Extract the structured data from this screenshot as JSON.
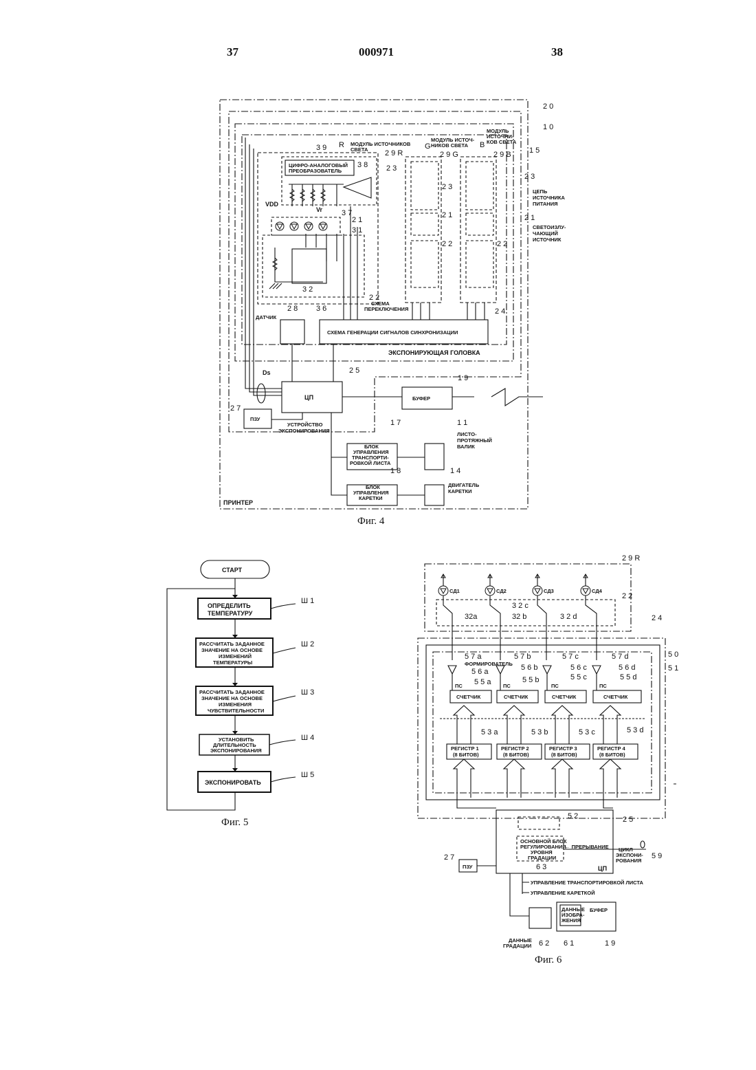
{
  "page": {
    "left_number": "37",
    "doc_number": "000971",
    "right_number": "38"
  },
  "fig4": {
    "caption": "Фиг. 4",
    "refs": {
      "r20": "2 0",
      "r10": "1 0",
      "r15": "1 5",
      "r39": "3 9",
      "rR": "R",
      "r29R": "2 9 R",
      "r38": "3 8",
      "r23a": "2 3",
      "r29G": "2 9 G",
      "r29B": "2 9 B",
      "r23b": "2 3",
      "r23c": "2 3",
      "r21a": "2 1",
      "r21b": "2 1",
      "r21c": "2 1",
      "r22a": "2 2",
      "r22b": "2 2",
      "r22c": "2 2",
      "r31": "3 1",
      "r37": "3 7",
      "r32": "3 2",
      "r36": "3 6",
      "r28": "2 8",
      "r24": "2 4",
      "r25": "2 5",
      "r19": "1 9",
      "r27": "2 7",
      "r17": "1 7",
      "r11": "1 1",
      "r18": "1 8",
      "r14": "1 4",
      "rG": "G",
      "rB": "B"
    },
    "labels": {
      "module_r": [
        "МОДУЛЬ ИСТОЧНИКОВ",
        "СВЕТА"
      ],
      "module_g": [
        "МОДУЛЬ ИСТОЧ-",
        "НИКОВ СВЕТА"
      ],
      "module_b": [
        "МОДУЛЬ",
        "ИСТОЧНИ-",
        "КОВ СВЕТА"
      ],
      "dac": [
        "ЦИФРО-АНАЛОГОВЫЙ",
        "ПРЕОБРАЗОВАТЕЛЬ"
      ],
      "power": [
        "ЦЕПЬ",
        "ИСТОЧНИКА",
        "ПИТАНИЯ"
      ],
      "emitter": [
        "СВЕТОИЗЛУ-",
        "ЧАЮЩИЙ",
        "ИСТОЧНИК"
      ],
      "vdd": "VDD",
      "vr": "Vr",
      "switch": [
        "СХЕМА",
        "ПЕРЕКЛЮЧЕНИЯ"
      ],
      "sensor": "ДАТЧИК",
      "sync": "СХЕМА ГЕНЕРАЦИИ СИГНАЛОВ СИНХРОНИЗАЦИИ",
      "head": "ЭКСПОНИРУЮЩАЯ ГОЛОВКА",
      "cpu": "ЦП",
      "buffer": "БУФЕР",
      "rom": "ПЗУ",
      "device": [
        "УСТРОЙСТВО",
        "ЭКСПОНИРОВАНИЯ"
      ],
      "ds": "Ds",
      "sheet_ctrl": [
        "БЛОК",
        "УПРАВЛЕНИЯ",
        "ТРАНСПОРТИ-",
        "РОВКОЙ ЛИСТА"
      ],
      "roller": [
        "ЛИСТО-",
        "ПРОТЯЖНЫЙ",
        "ВАЛИК"
      ],
      "carriage_ctrl": [
        "БЛОК",
        "УПРАВЛЕНИЯ",
        "КАРЕТКИ"
      ],
      "motor": [
        "ДВИГАТЕЛЬ",
        "КАРЕТКИ"
      ],
      "printer": "ПРИНТЕР"
    }
  },
  "fig5": {
    "caption": "Фиг. 5",
    "start": "СТАРТ",
    "steps": [
      {
        "id": "Ш 1",
        "lines": [
          "ОПРЕДЕЛИТЬ",
          "ТЕМПЕРАТУРУ"
        ]
      },
      {
        "id": "Ш 2",
        "lines": [
          "РАССЧИТАТЬ ЗАДАННОЕ",
          "ЗНАЧЕНИЕ НА ОСНОВЕ",
          "ИЗМЕНЕНИЙ",
          "ТЕМПЕРАТУРЫ"
        ]
      },
      {
        "id": "Ш 3",
        "lines": [
          "РАССЧИТАТЬ ЗАДАННОЕ",
          "ЗНАЧЕНИЕ НА ОСНОВЕ",
          "ИЗМЕНЕНИЯ",
          "ЧУВСТВИТЕЛЬНОСТИ"
        ]
      },
      {
        "id": "Ш 4",
        "lines": [
          "УСТАНОВИТЬ",
          "ДЛИТЕЛЬНОСТЬ",
          "ЭКСПОНИРОВАНИЯ"
        ]
      },
      {
        "id": "Ш 5",
        "lines": [
          "ЭКСПОНИРОВАТЬ"
        ]
      }
    ]
  },
  "fig6": {
    "caption": "Фиг. 6",
    "r29R": "2 9 R",
    "r22": "2 2",
    "r24": "2 4",
    "r50": "5 0",
    "r51": "5 1",
    "r52": "5 2",
    "r25": "2 5",
    "r59": "5 9",
    "r63": "6 3",
    "r27": "2 7",
    "r62": "6 2",
    "r61": "6 1",
    "r19": "1 9",
    "leds": [
      "СД1",
      "СД2",
      "СД3",
      "СД4"
    ],
    "transistors": [
      "32a",
      "32 b",
      "3 2 c",
      "3 2 d"
    ],
    "channels": [
      {
        "r57": "5 7 a",
        "r56": "5 6 a",
        "r55": "5 5 a",
        "r53": "5 3 a",
        "register": [
          "РЕГИСТР 1",
          "(8 БИТОВ)"
        ]
      },
      {
        "r57": "5 7 b",
        "r56": "5 6 b",
        "r55": "5 5 b",
        "r53": "5 3 b",
        "register": [
          "РЕГИСТР 2",
          "(8 БИТОВ)"
        ]
      },
      {
        "r57": "5 7 c",
        "r56": "5 6 c",
        "r55": "5 5 c",
        "r53": "5 3 c",
        "register": [
          "РЕГИСТР 3",
          "(8 БИТОВ)"
        ]
      },
      {
        "r57": "5 7 d",
        "r56": "5 6 d",
        "r55": "5 5 d",
        "r53": "5 3 d",
        "register": [
          "РЕГИСТР 4",
          "(8 БИТОВ)"
        ]
      }
    ],
    "shaper": "ФОРМИРОВАТЕЛЬ",
    "ps": "ПС",
    "counter": "СЧЕТЧИК",
    "main_block": [
      "ОСНОВНОЙ БЛОК",
      "РЕГУЛИРОВАНИЯ",
      "УРОВНЯ",
      "ГРАДАЦИИ"
    ],
    "interrupt": "← ПРЕРЫВАНИЕ",
    "cycle": [
      "ЦИКЛ",
      "ЭКСПОНИ-",
      "РОВАНИЯ"
    ],
    "cpu": "ЦП",
    "rom": "ПЗУ",
    "sheet_ctrl": "УПРАВЛЕНИЕ ТРАНСПОРТИРОВКОЙ ЛИСТА",
    "carriage_ctrl": "УПРАВЛЕНИЕ КАРЕТКОЙ",
    "image_data": [
      "ДАННЫЕ",
      "ИЗОБРА-",
      "ЖЕНИЯ"
    ],
    "buffer": "БУФЕР",
    "grad_data": [
      "ДАННЫЕ",
      "ГРАДАЦИИ"
    ]
  }
}
